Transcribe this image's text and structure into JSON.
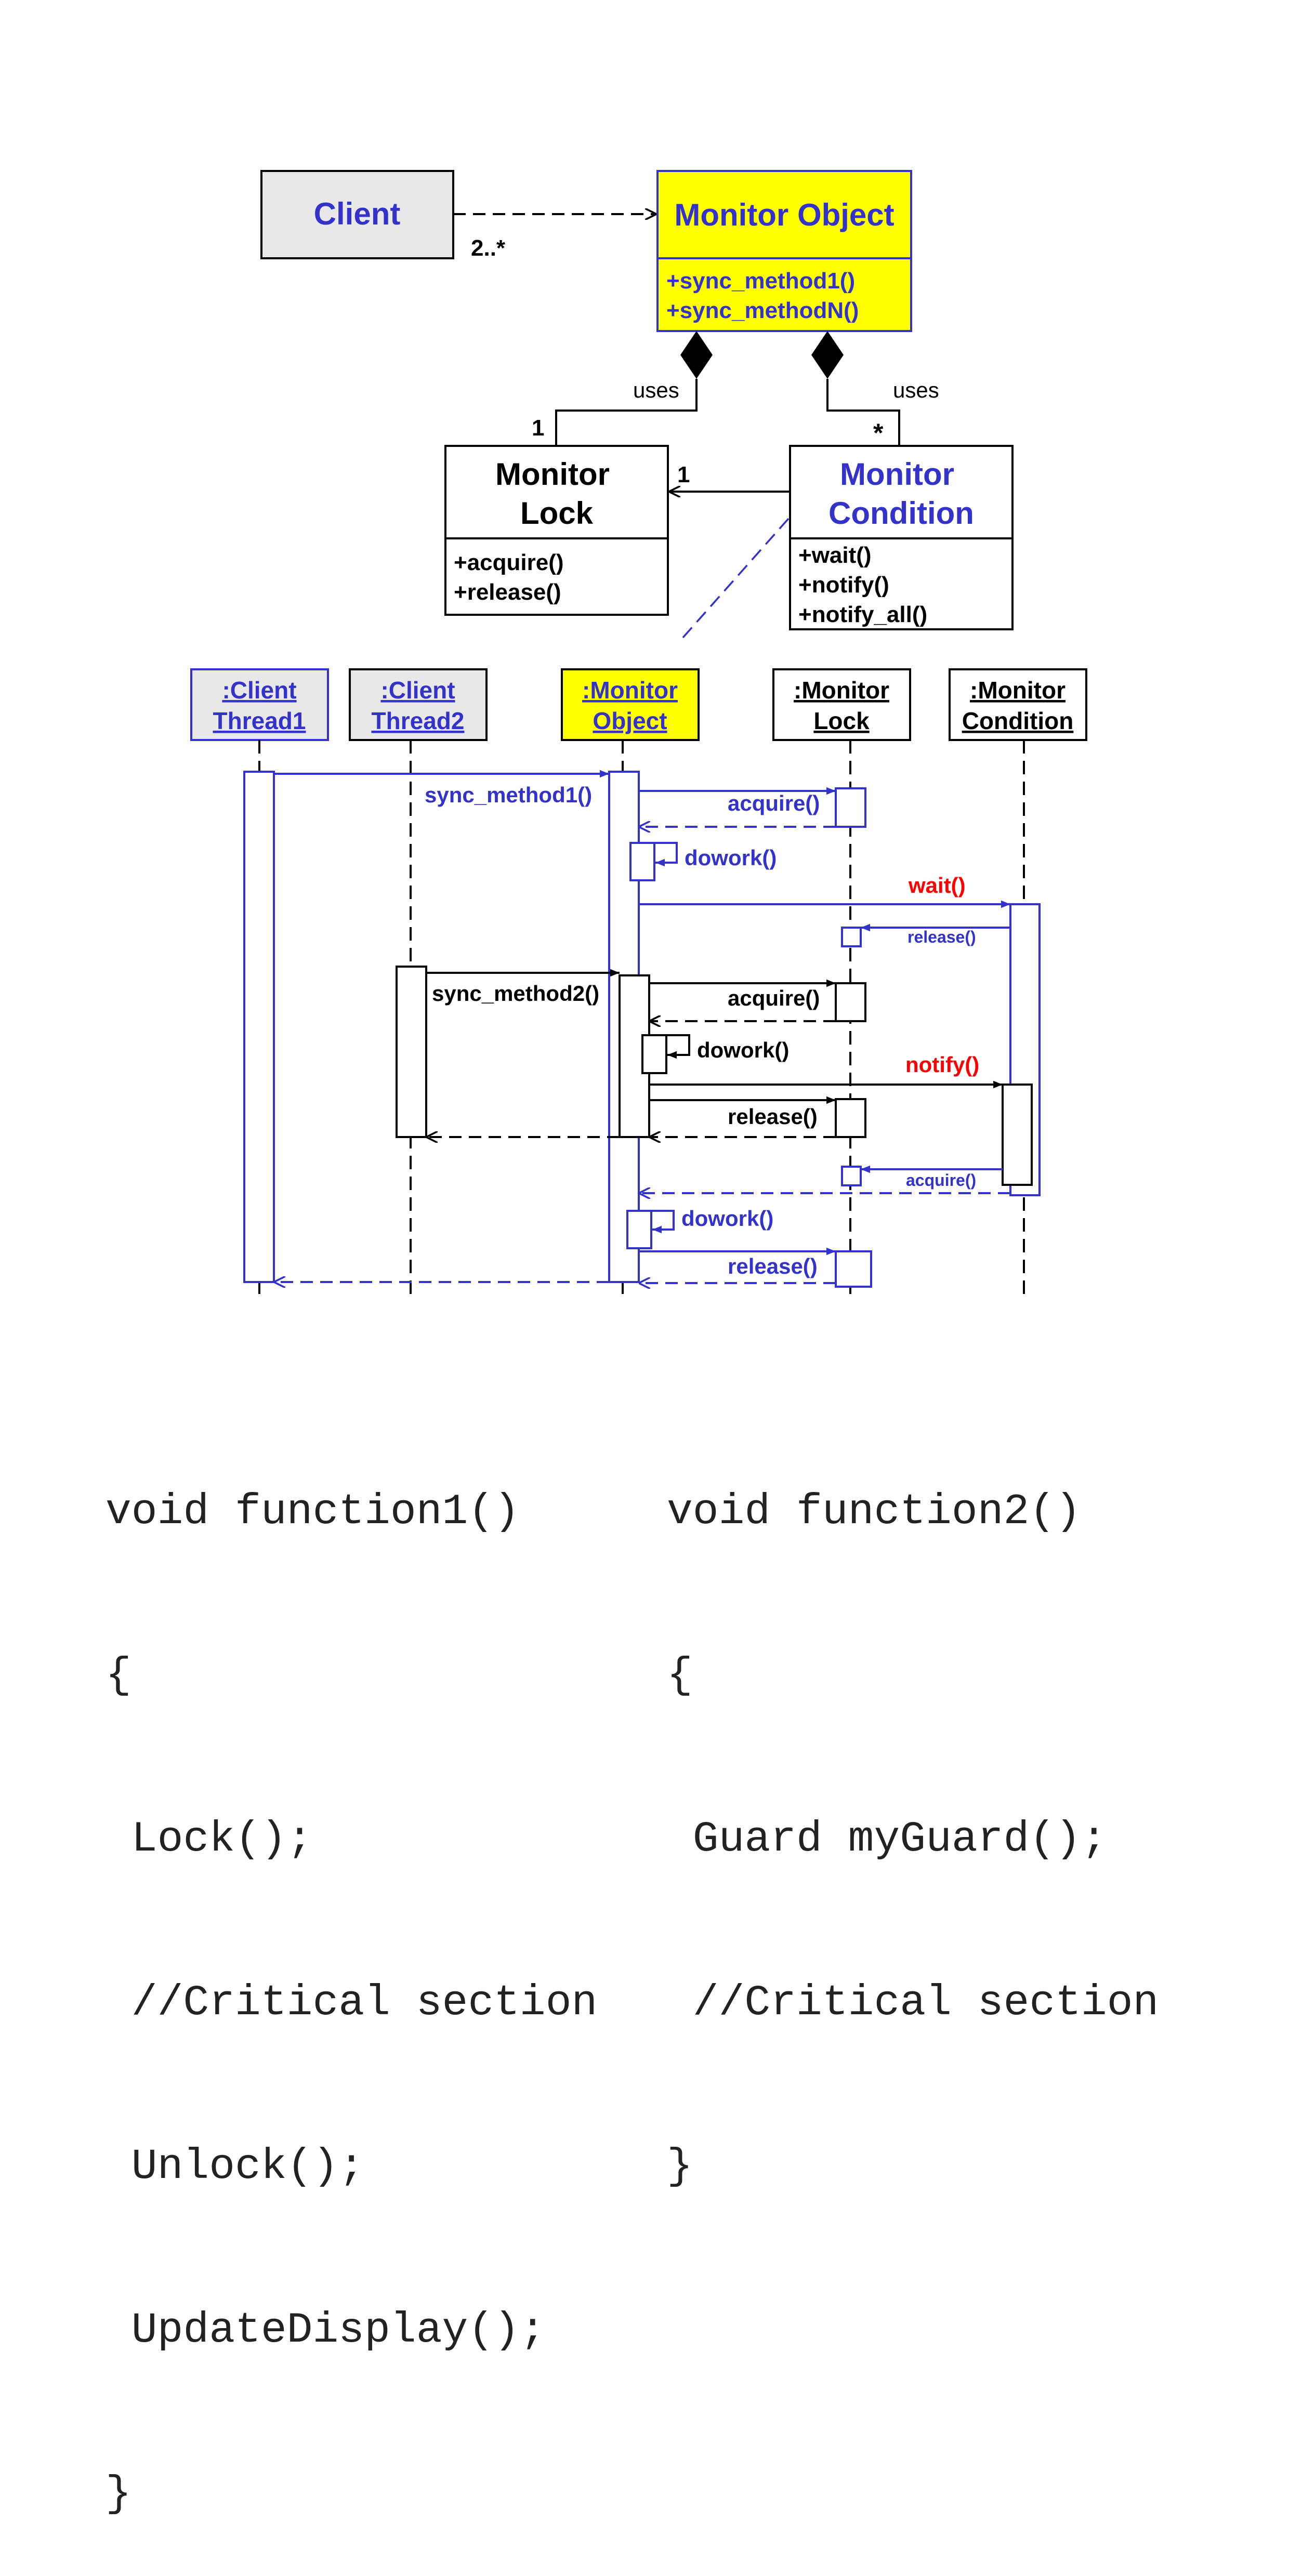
{
  "colors": {
    "blue": "#3333cc",
    "yellow": "#ffff00",
    "red": "#ff0000",
    "black": "#000000",
    "client_fill": "#e8e8e8"
  },
  "class_diagram": {
    "client": {
      "name": "Client"
    },
    "client_multiplicity": "2..*",
    "monitor_object": {
      "name": "Monitor Object",
      "methods": [
        "+sync_method1()",
        "+sync_methodN()"
      ]
    },
    "uses_left": "uses",
    "uses_right": "uses",
    "lock_multiplicity": "1",
    "condition_multiplicity": "*",
    "lock_association_multiplicity": "1",
    "monitor_lock": {
      "name": [
        "Monitor",
        "Lock"
      ],
      "methods": [
        "+acquire()",
        "+release()"
      ]
    },
    "monitor_condition": {
      "name": [
        "Monitor",
        "Condition"
      ],
      "methods": [
        "+wait()",
        "+notify()",
        "+notify_all()"
      ]
    }
  },
  "sequence_diagram": {
    "lifelines": {
      "client_thread1": [
        ":Client",
        "Thread1"
      ],
      "client_thread2": [
        ":Client",
        "Thread2"
      ],
      "monitor_object": [
        ":Monitor",
        "Object"
      ],
      "monitor_lock": [
        ":Monitor",
        "Lock"
      ],
      "monitor_condition": [
        ":Monitor",
        "Condition"
      ]
    },
    "messages": {
      "sync_method1": "sync_method1()",
      "acquire_1": "acquire()",
      "dowork_1": "dowork()",
      "wait": "wait()",
      "release_wait": "release()",
      "sync_method2": "sync_method2()",
      "acquire_2": "acquire()",
      "dowork_2": "dowork()",
      "notify": "notify()",
      "release_2": "release()",
      "acquire_wake": "acquire()",
      "dowork_3": "dowork()",
      "release_3": "release()"
    }
  },
  "code": {
    "function1": [
      "void function1()",
      "{",
      " Lock();",
      " //Critical section",
      " Unlock();",
      " UpdateDisplay();",
      "}"
    ],
    "function2": [
      "void function2()",
      "{",
      " Guard myGuard();",
      " //Critical section",
      "}"
    ]
  }
}
